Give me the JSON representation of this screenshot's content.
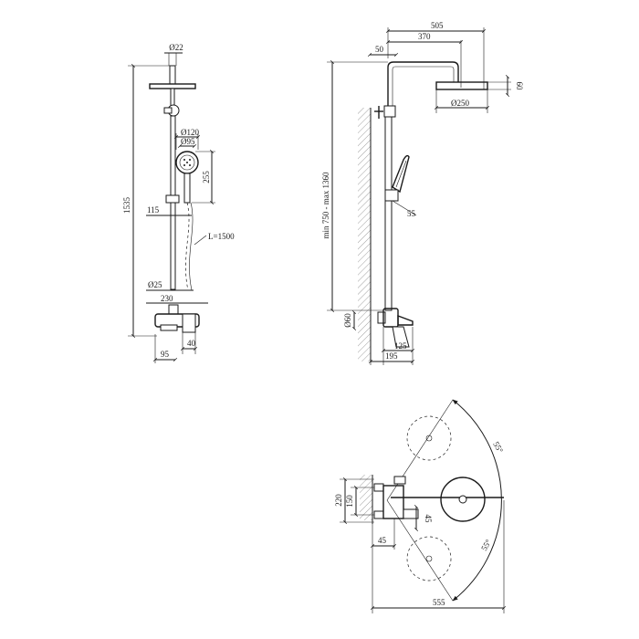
{
  "front_view": {
    "height_total": "1535",
    "pipe_dia": "Ø22",
    "handshower_dia_outer": "Ø120",
    "handshower_dia_inner": "Ø95",
    "handshower_height": "255",
    "holder_offset": "115",
    "hose_length": "L=1500",
    "rail_dia": "Ø25",
    "mixer_width": "230",
    "mixer_depth": "40",
    "spout_offset": "95"
  },
  "side_view": {
    "overall_reach": "505",
    "arm_length": "370",
    "wall_offset": "50",
    "head_thickness": "60",
    "head_dia": "Ø250",
    "height_range": "min 750 - max 1360",
    "holder_angle": "55",
    "connector_dia": "Ø60",
    "spout_length": "125",
    "mixer_projection": "195"
  },
  "top_view": {
    "swivel_angle_upper": "55°",
    "swivel_angle_lower": "55°",
    "connection_span": "220",
    "connection_spacing": "150",
    "spout_offset": "45",
    "wall_offset": "45",
    "total_reach": "555"
  }
}
